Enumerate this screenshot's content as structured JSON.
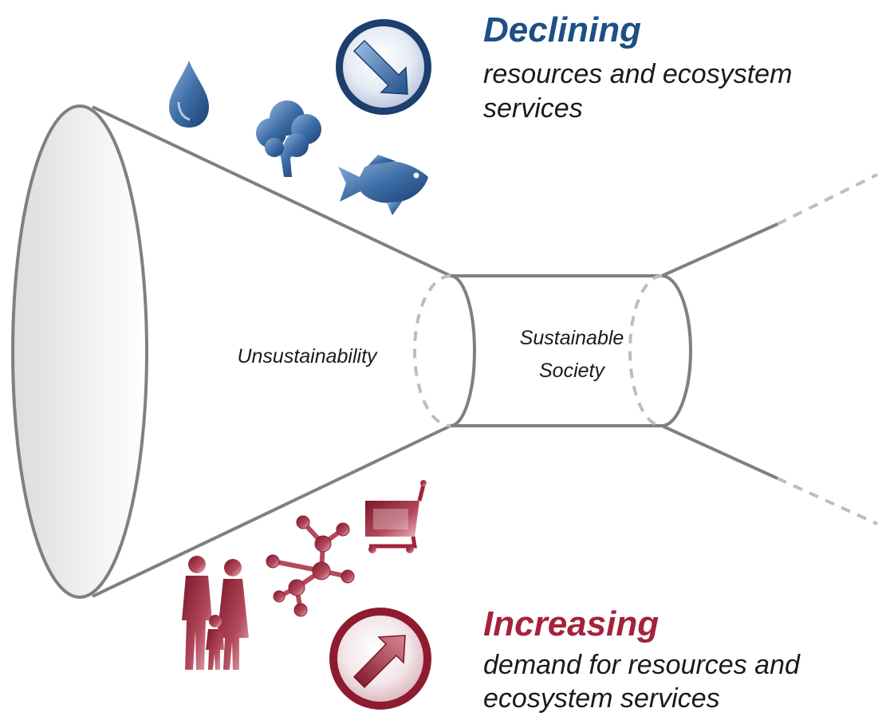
{
  "funnel": {
    "wide_end_label": "Unsustainability",
    "narrow_label_line1": "Sustainable",
    "narrow_label_line2": "Society"
  },
  "declining": {
    "heading": "Declining",
    "line1": "resources and ecosystem",
    "line2": "services",
    "color": "#1e4f86",
    "icons": [
      "water-drop-icon",
      "tree-icon",
      "fish-icon"
    ]
  },
  "increasing": {
    "heading": "Increasing",
    "line1": "demand for resources and",
    "line2": "ecosystem services",
    "color": "#a3233a",
    "icons": [
      "family-icon",
      "molecule-icon",
      "shopping-cart-icon"
    ]
  },
  "colors": {
    "funnel_stroke": "#808080",
    "dashed_stroke": "#bdbdbd",
    "blue_accent": "#1e4f86",
    "red_accent": "#a3233a"
  }
}
